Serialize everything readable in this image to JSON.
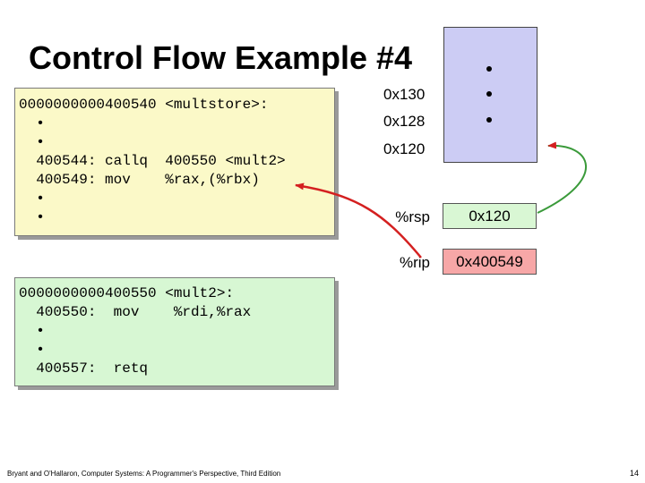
{
  "slide": {
    "title": "Control Flow Example #4",
    "footer": "Bryant and O'Hallaron, Computer Systems: A Programmer's Perspective, Third Edition",
    "page_number": "14"
  },
  "code_main": {
    "text": "0000000000400540 <multstore>:\n  •\n  •\n  400544: callq  400550 <mult2>\n  400549: mov    %rax,(%rbx)\n  •\n  •"
  },
  "code_mult2": {
    "text": "0000000000400550 <mult2>:\n  400550:  mov    %rdi,%rax\n  •\n  •\n  400557:  retq"
  },
  "stack": {
    "addresses": [
      "0x130",
      "0x128",
      "0x120"
    ]
  },
  "registers": {
    "rsp": {
      "label": "%rsp",
      "value": "0x120"
    },
    "rip": {
      "label": "%rip",
      "value": "0x400549"
    }
  },
  "colors": {
    "arrow": "#d42020",
    "stack_fill": "#ccccf4",
    "rsp_fill": "#d9f7d4",
    "rip_fill": "#f7a7a7",
    "main_code_fill": "#fbf9c8",
    "mult_code_fill": "#d7f7d3"
  }
}
